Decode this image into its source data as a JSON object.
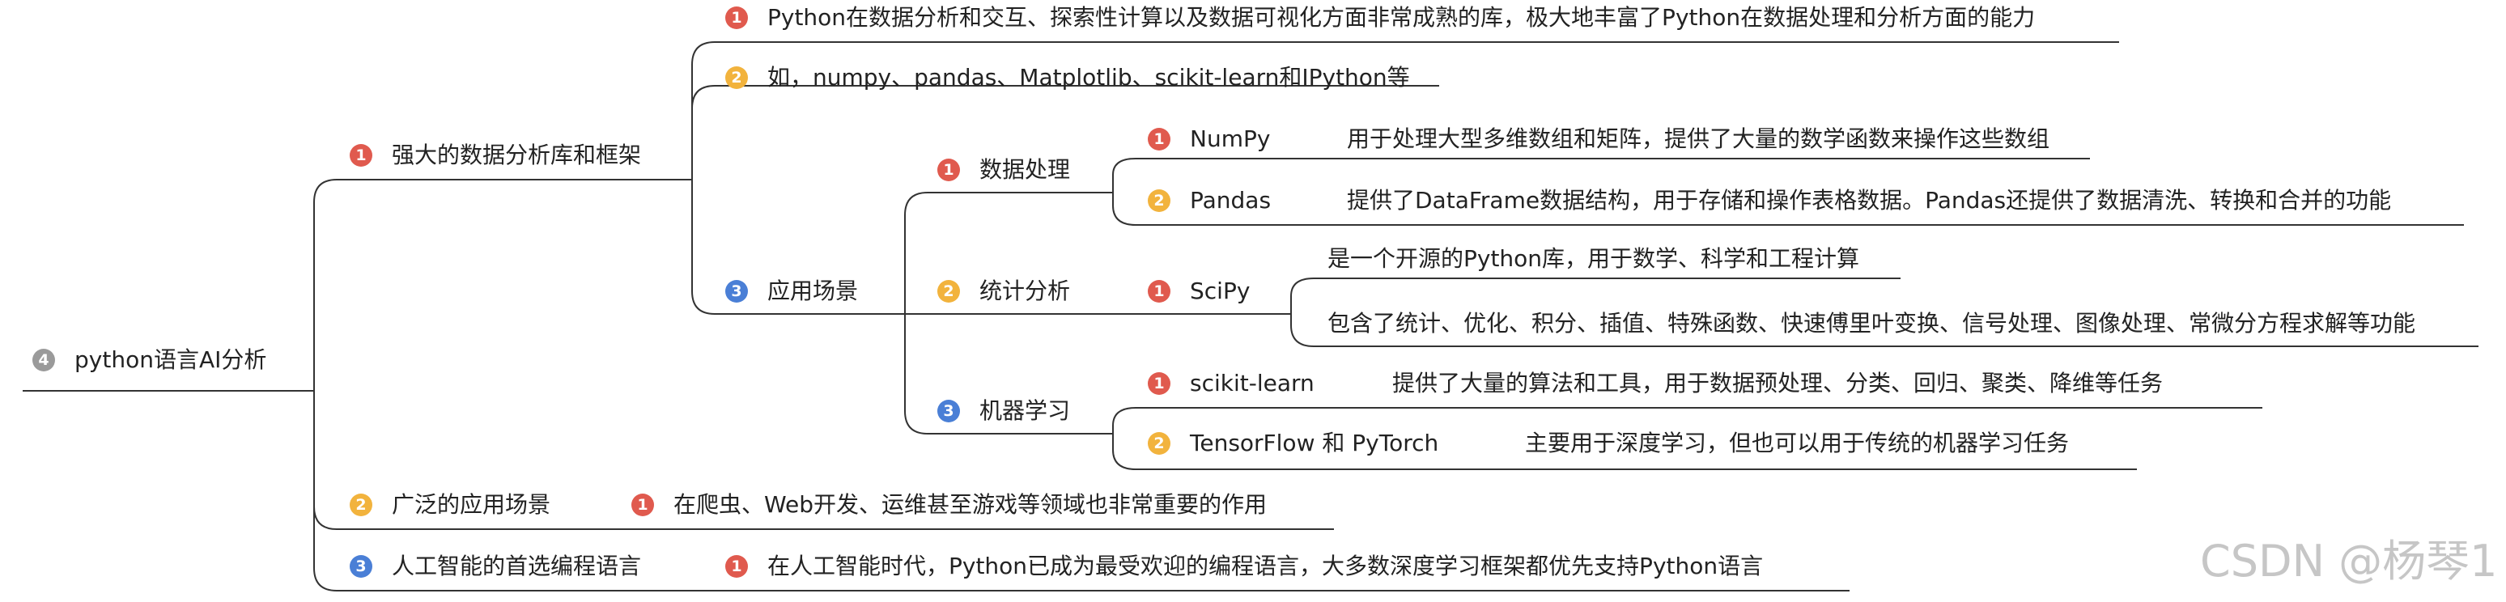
{
  "root": {
    "badge": "4",
    "label": "python语言AI分析"
  },
  "branches": [
    {
      "badge": "1",
      "label": "强大的数据分析库和框架",
      "children": [
        {
          "badge": "1",
          "text": "Python在数据分析和交互、探索性计算以及数据可视化方面非常成熟的库，极大地丰富了Python在数据处理和分析方面的能力"
        },
        {
          "badge": "2",
          "text": "如，numpy、pandas、Matplotlib、scikit-learn和IPython等"
        },
        {
          "badge": "3",
          "text": "应用场景",
          "children": [
            {
              "badge": "1",
              "text": "数据处理",
              "children": [
                {
                  "badge": "1",
                  "name": "NumPy",
                  "desc": "用于处理大型多维数组和矩阵，提供了大量的数学函数来操作这些数组"
                },
                {
                  "badge": "2",
                  "name": "Pandas",
                  "desc": "提供了DataFrame数据结构，用于存储和操作表格数据。Pandas还提供了数据清洗、转换和合并的功能"
                }
              ]
            },
            {
              "badge": "2",
              "text": "统计分析",
              "children": [
                {
                  "badge": "1",
                  "name": "SciPy",
                  "details": [
                    "是一个开源的Python库，用于数学、科学和工程计算",
                    "包含了统计、优化、积分、插值、特殊函数、快速傅里叶变换、信号处理、图像处理、常微分方程求解等功能"
                  ]
                }
              ]
            },
            {
              "badge": "3",
              "text": "机器学习",
              "children": [
                {
                  "badge": "1",
                  "name": "scikit-learn",
                  "desc": "提供了大量的算法和工具，用于数据预处理、分类、回归、聚类、降维等任务"
                },
                {
                  "badge": "2",
                  "name": "TensorFlow 和 PyTorch",
                  "desc": "主要用于深度学习，但也可以用于传统的机器学习任务"
                }
              ]
            }
          ]
        }
      ]
    },
    {
      "badge": "2",
      "label": "广泛的应用场景",
      "children": [
        {
          "badge": "1",
          "text": "在爬虫、Web开发、运维甚至游戏等领域也非常重要的作用"
        }
      ]
    },
    {
      "badge": "3",
      "label": "人工智能的首选编程语言",
      "children": [
        {
          "badge": "1",
          "text": "在人工智能时代，Python已成为最受欢迎的编程语言，大多数深度学习框架都优先支持Python语言"
        }
      ]
    }
  ],
  "watermark": "CSDN @杨琴1",
  "colors": {
    "badge1": "#e05a4e",
    "badge2": "#f2b33d",
    "badge3": "#4a7fd6",
    "badge4": "#9a9a9a",
    "line": "#222222"
  }
}
